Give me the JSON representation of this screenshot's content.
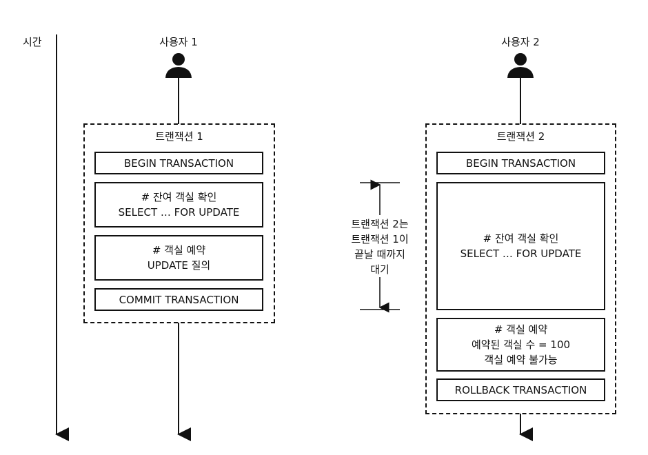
{
  "time_axis": {
    "label": "시간"
  },
  "user1": {
    "name": "사용자 1",
    "transaction_title": "트랜잭션 1",
    "steps": [
      {
        "line1": "BEGIN TRANSACTION"
      },
      {
        "line1": "# 잔여 객실 확인",
        "line2": "SELECT … FOR UPDATE"
      },
      {
        "line1": "# 객실 예약",
        "line2": "UPDATE 질의"
      },
      {
        "line1": "COMMIT TRANSACTION"
      }
    ]
  },
  "user2": {
    "name": "사용자 2",
    "transaction_title": "트랜잭션 2",
    "steps": [
      {
        "line1": "BEGIN TRANSACTION"
      },
      {
        "line1": "# 잔여 객실 확인",
        "line2": "SELECT … FOR UPDATE"
      },
      {
        "line1": "# 객실 예약",
        "line2": "예약된 객실 수 = 100",
        "line3": "객실 예약 불가능"
      },
      {
        "line1": "ROLLBACK TRANSACTION"
      }
    ]
  },
  "wait_note": {
    "lines": [
      "트랜잭션 2는",
      "트랜잭션 1이",
      "끝날 때까지",
      "대기"
    ]
  }
}
